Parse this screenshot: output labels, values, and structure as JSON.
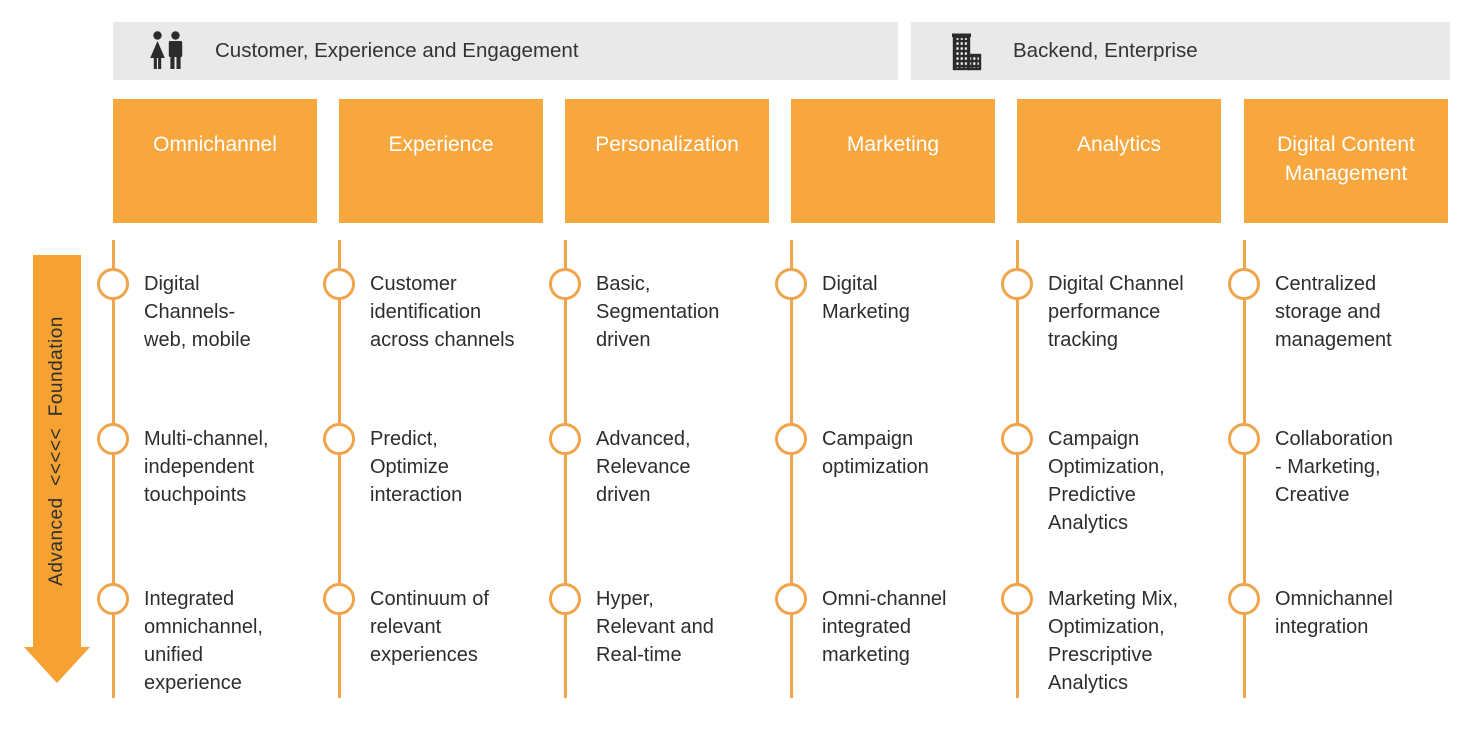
{
  "colors": {
    "band_bg": "#E9E9E9",
    "column_header_bg": "#F8A63E",
    "arrow_orange": "#F6A233",
    "timeline_orange": "#F0A44C",
    "body_text": "#2D2D2D",
    "header_text": "#FFFFFF"
  },
  "bands": [
    {
      "icon": "people-icon",
      "label": "Customer, Experience and Engagement"
    },
    {
      "icon": "building-icon",
      "label": "Backend, Enterprise"
    }
  ],
  "axis": {
    "label": "Advanced  <<<<<  Foundation",
    "direction": "down"
  },
  "columns": [
    {
      "title": "Omnichannel",
      "milestones": [
        "Digital\nChannels-\nweb, mobile",
        "Multi-channel,\nindependent\ntouchpoints",
        "Integrated\nomnichannel,\nunified\nexperience"
      ]
    },
    {
      "title": "Experience",
      "milestones": [
        "Customer\nidentification\nacross channels",
        "Predict,\nOptimize\ninteraction",
        "Continuum of\nrelevant\nexperiences"
      ]
    },
    {
      "title": "Personalization",
      "milestones": [
        "Basic,\nSegmentation\ndriven",
        "Advanced,\nRelevance\ndriven",
        "Hyper,\nRelevant and\nReal-time"
      ]
    },
    {
      "title": "Marketing",
      "milestones": [
        "Digital\nMarketing",
        "Campaign\noptimization",
        "Omni-channel\nintegrated\nmarketing"
      ]
    },
    {
      "title": "Analytics",
      "milestones": [
        "Digital Channel\nperformance\ntracking",
        "Campaign\nOptimization,\nPredictive\nAnalytics",
        "Marketing Mix,\nOptimization,\nPrescriptive\nAnalytics"
      ]
    },
    {
      "title": "Digital Content\nManagement",
      "milestones": [
        "Centralized\nstorage and\nmanagement",
        "Collaboration\n- Marketing,\nCreative",
        "Omnichannel\nintegration"
      ]
    }
  ]
}
